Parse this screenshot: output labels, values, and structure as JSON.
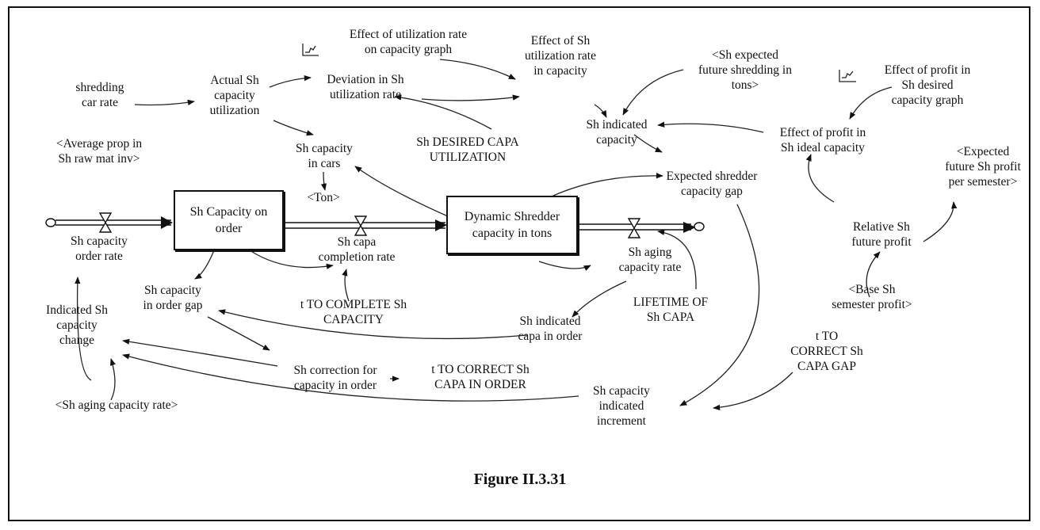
{
  "figure_caption": "Figure II.3.31",
  "stocks": {
    "capacity_on_order": "Sh Capacity on\norder",
    "dynamic_capacity": "Dynamic Shredder\ncapacity in tons"
  },
  "variables": {
    "effect_util_graph": "Effect of utilization rate\non capacity graph",
    "effect_util_rate": "Effect of Sh\nutilization rate\nin capacity",
    "expected_future_shredding": "<Sh expected\nfuture shredding in\ntons>",
    "effect_profit_graph": "Effect of profit in\nSh desired\ncapacity graph",
    "shredding_car_rate": "shredding\ncar rate",
    "actual_utilization": "Actual Sh\ncapacity\nutilization",
    "deviation_util_rate": "Deviation in Sh\nutilization rate",
    "indicated_capacity": "Sh indicated\ncapacity",
    "effect_profit_ideal": "Effect of profit in\nSh ideal capacity",
    "expected_future_profit": "<Expected\nfuture Sh profit\nper semester>",
    "avg_prop_raw": "<Average prop in\nSh raw mat inv>",
    "capacity_in_cars": "Sh capacity\nin cars",
    "desired_capa_util": "Sh DESIRED CAPA\nUTILIZATION",
    "expected_capacity_gap": "Expected shredder\ncapacity gap",
    "ton": "<Ton>",
    "relative_future_profit": "Relative Sh\nfuture profit",
    "capacity_order_rate": "Sh capacity\norder rate",
    "capa_completion_rate": "Sh capa\ncompletion rate",
    "aging_capacity_rate": "Sh aging\ncapacity rate",
    "indicated_capacity_change": "Indicated Sh\ncapacity\nchange",
    "capacity_in_order_gap": "Sh capacity\nin order gap",
    "t_to_complete": "t TO COMPLETE Sh\nCAPACITY",
    "lifetime_capa": "LIFETIME OF\nSh CAPA",
    "base_semester_profit": "<Base Sh\nsemester profit>",
    "indicated_capa_in_order": "Sh indicated\ncapa in order",
    "t_to_correct_gap": "t TO\nCORRECT Sh\nCAPA GAP",
    "correction_capacity_in_order": "Sh correction for\ncapacity in order",
    "t_to_correct_order": "t TO CORRECT Sh\nCAPA IN ORDER",
    "aging_capacity_rate_shadow": "<Sh aging capacity rate>",
    "capacity_indicated_increment": "Sh capacity\nindicated\nincrement"
  }
}
